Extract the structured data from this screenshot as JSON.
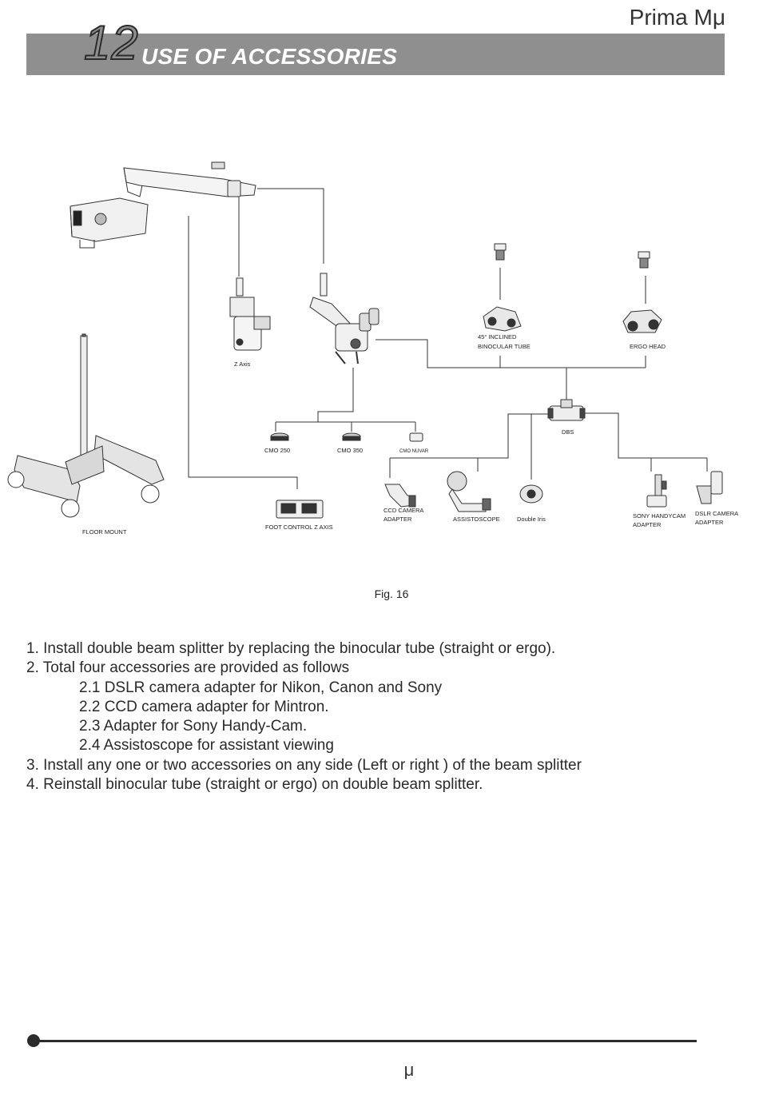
{
  "header": {
    "brand": "Prima Mμ",
    "chapter_number": "12",
    "chapter_title": "USE OF ACCESSORIES"
  },
  "diagram_labels": {
    "floor_mount": "FLOOR MOUNT",
    "z_axis": "Z Axis",
    "foot_control": "FOOT CONTROL Z AXIS",
    "inclined_line1": "45° INCLINED",
    "inclined_line2": "BINOCULAR TUBE",
    "ergo_head": "ERGO HEAD",
    "dbs": "DBS",
    "cmo_250": "CMO 250",
    "cmo_350": "CMO 350",
    "cmo_nuvar": "CMO NUVAR",
    "ccd_line1": "CCD CAMERA",
    "ccd_line2": "ADAPTER",
    "assistoscope": "ASSISTOSCOPE",
    "double_iris": "Double Iris",
    "sony_line1": "SONY HANDYCAM",
    "sony_line2": "ADAPTER",
    "dslr_line1": "DSLR CAMERA",
    "dslr_line2": "ADAPTER"
  },
  "figure_caption": "Fig. 16",
  "instructions": [
    "1. Install double beam splitter by replacing the binocular tube (straight or ergo).",
    "2. Total four accessories are provided as follows",
    "2.1 DSLR camera adapter for Nikon, Canon and Sony",
    "2.2 CCD camera adapter for Mintron.",
    "2.3 Adapter for Sony Handy-Cam.",
    "2.4 Assistoscope for assistant viewing",
    "3. Install any one or two accessories on any side (Left or right ) of the beam splitter",
    "4. Reinstall binocular tube (straight or ergo) on double beam splitter."
  ],
  "footer": {
    "page_number": "μ"
  }
}
